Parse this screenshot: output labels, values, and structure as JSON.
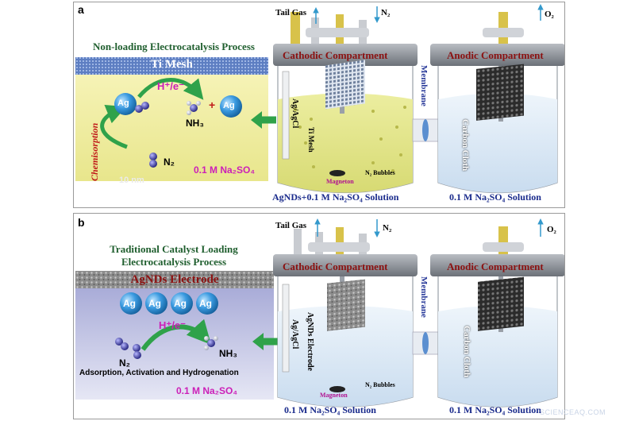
{
  "panel_a": {
    "label": "a",
    "process_title": "Non-loading Electrocatalysis Process",
    "electrode_label": "Ti Mesh",
    "ag_label": "Ag",
    "h_e_label": "H⁺/e⁻",
    "nh3_label": "NH₃",
    "plus_label": "+",
    "chemisorption_label": "Chemisorption",
    "n2_label": "N₂",
    "electrolyte_label": "0.1 M Na₂SO₄",
    "scale_label": "10 nm",
    "tail_gas_label": "Tail Gas",
    "n2_inlet_label": "N₂",
    "o2_outlet_label": "O₂",
    "cathodic_label": "Cathodic Compartment",
    "anodic_label": "Anodic Compartment",
    "membrane_label": "Membrane",
    "reference_label": "Ag/AgCl",
    "working_electrode_label": "Ti Mesh",
    "magneton_label": "Magneton",
    "bubbles_label": "N₂ Bubbles",
    "counter_label": "Carbon Cloth",
    "cathode_solution": "AgNDs+0.1 M Na₂SO₄ Solution",
    "anode_solution": "0.1 M Na₂SO₄ Solution"
  },
  "panel_b": {
    "label": "b",
    "process_title_line1": "Traditional Catalyst Loading",
    "process_title_line2": "Electrocatalysis Process",
    "electrode_label": "AgNDs Electrode",
    "ag_label": "Ag",
    "h_e_label": "H⁺/e⁻",
    "nh3_label": "NH₃",
    "n2_label": "N₂",
    "process_caption": "Adsorption, Activation and Hydrogenation",
    "electrolyte_label": "0.1 M Na₂SO₄",
    "tail_gas_label": "Tail Gas",
    "n2_inlet_label": "N₂",
    "o2_outlet_label": "O₂",
    "cathodic_label": "Cathodic Compartment",
    "anodic_label": "Anodic Compartment",
    "membrane_label": "Membrane",
    "reference_label": "Ag/AgCl",
    "working_electrode_label": "AgNDs Electrode",
    "magneton_label": "Magneton",
    "bubbles_label": "N₂ Bubbles",
    "counter_label": "Carbon Cloth",
    "cathode_solution": "0.1 M Na₂SO₄ Solution",
    "anode_solution": "0.1 M Na₂SO₄ Solution"
  },
  "watermark": "SCIENCEAQ.COM",
  "colors": {
    "panel_a_background": "#f3f0a8",
    "panel_b_background": "#c9cbe8",
    "cathode_a_liquid": "#e3e58a",
    "cathode_b_liquid": "#d8e6f3",
    "anode_liquid": "#d9eaf7",
    "lid": "#8a8f96",
    "title_green": "#1f5e2e",
    "compartment_red": "#8b1111",
    "solution_blue": "#1a2b8c",
    "arrow_green": "#2fa24a",
    "ag_blue": "#2f8fd8",
    "nitrogen": "#3a3aa8",
    "magenta": "#cc1fb8"
  }
}
